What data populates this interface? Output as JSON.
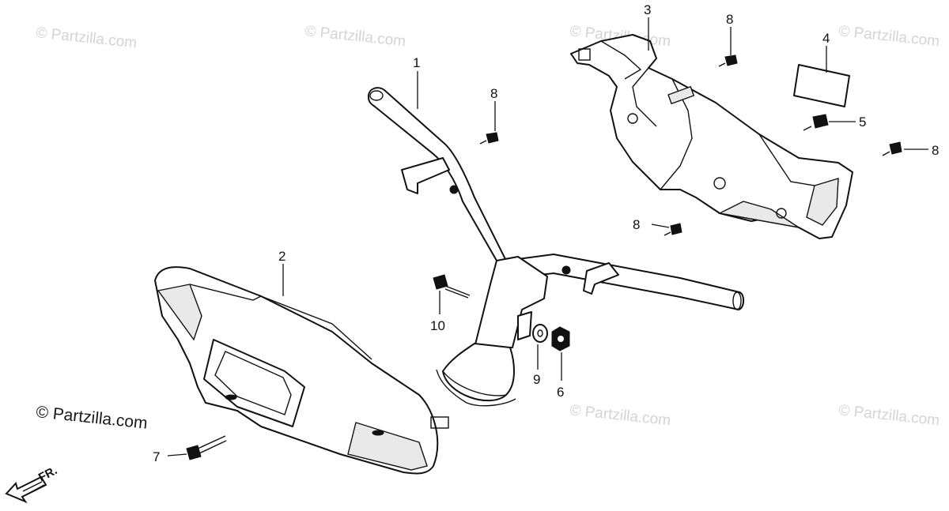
{
  "watermarks": {
    "text": "© Partzilla.com",
    "prominent": "© Partzilla.com"
  },
  "callouts": {
    "c1": "1",
    "c2": "2",
    "c3": "3",
    "c4": "4",
    "c5": "5",
    "c6": "6",
    "c7": "7",
    "c8a": "8",
    "c8b": "8",
    "c8c": "8",
    "c8d": "8",
    "c9": "9",
    "c10": "10"
  },
  "direction": {
    "label": "FR."
  },
  "parts": [
    {
      "ref": "1",
      "icon": "handlebar-icon"
    },
    {
      "ref": "2",
      "icon": "front-handlebar-cover-icon"
    },
    {
      "ref": "3",
      "icon": "rear-handlebar-cover-icon"
    },
    {
      "ref": "4",
      "icon": "label-plate-icon"
    },
    {
      "ref": "5",
      "icon": "screw-icon"
    },
    {
      "ref": "6",
      "icon": "nut-icon"
    },
    {
      "ref": "7",
      "icon": "bolt-icon"
    },
    {
      "ref": "8",
      "icon": "tapping-screw-icon"
    },
    {
      "ref": "9",
      "icon": "washer-icon"
    },
    {
      "ref": "10",
      "icon": "bolt-icon"
    }
  ]
}
